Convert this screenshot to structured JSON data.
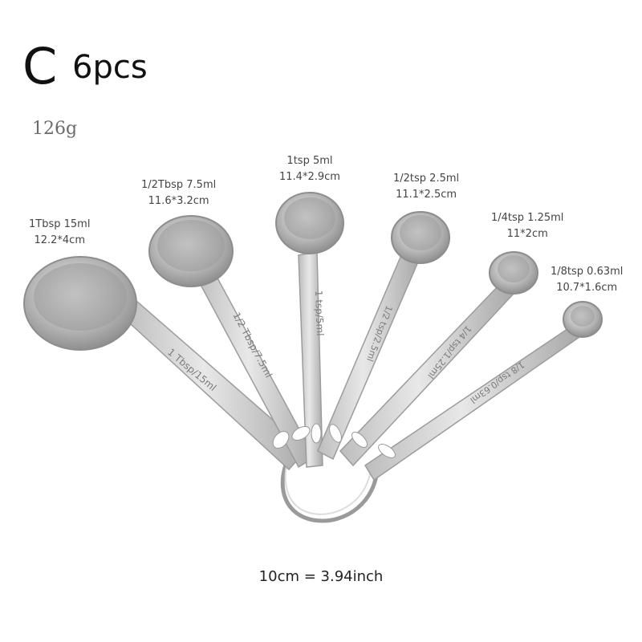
{
  "header": {
    "variant": "C",
    "count": "6pcs",
    "weight": "126g"
  },
  "spoons": [
    {
      "capacity": "1Tbsp 15ml",
      "size": "12.2*4cm",
      "engraving": "1 Tbsp/15ml"
    },
    {
      "capacity": "1/2Tbsp 7.5ml",
      "size": "11.6*3.2cm",
      "engraving": "1/2 Tbsp/7.5ml"
    },
    {
      "capacity": "1tsp 5ml",
      "size": "11.4*2.9cm",
      "engraving": "1 tsp/5ml"
    },
    {
      "capacity": "1/2tsp 2.5ml",
      "size": "11.1*2.5cm",
      "engraving": "1/2 tsp/2.5ml"
    },
    {
      "capacity": "1/4tsp 1.25ml",
      "size": "11*2cm",
      "engraving": "1/4 tsp/1.25ml"
    },
    {
      "capacity": "1/8tsp 0.63ml",
      "size": "10.7*1.6cm",
      "engraving": "1/8 tsp/0.63ml"
    }
  ],
  "footer": {
    "scale_note": "10cm = 3.94inch"
  },
  "colors": {
    "steel_light": "#e4e4e4",
    "steel_mid": "#b9b9b9",
    "steel_dark": "#8a8a8a",
    "text": "#444444"
  }
}
